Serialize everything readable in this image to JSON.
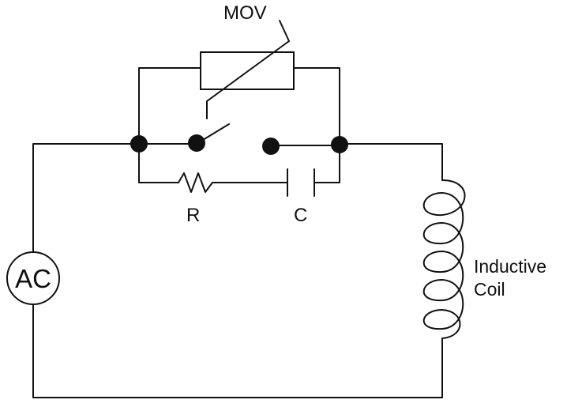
{
  "diagram": {
    "source": {
      "label": "AC"
    },
    "mov": {
      "label": "MOV"
    },
    "resistor": {
      "label": "R"
    },
    "capacitor": {
      "label": "C"
    },
    "coil": {
      "label_line1": "Inductive",
      "label_line2": "Coil"
    },
    "colors": {
      "line": "#111111",
      "background": "#ffffff"
    }
  }
}
